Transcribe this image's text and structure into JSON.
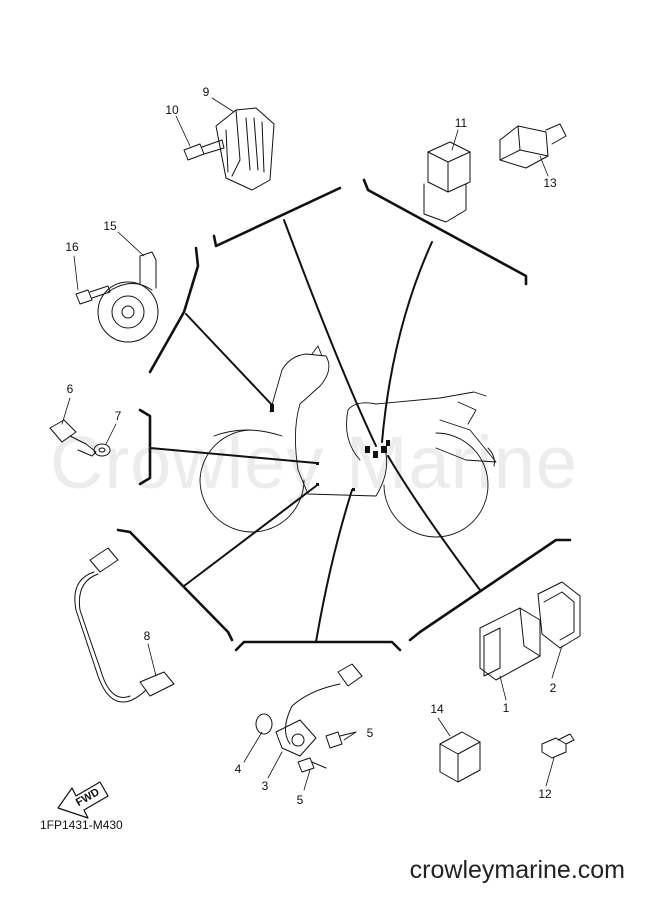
{
  "watermark": "Crowley Marine",
  "part_code": "1FP1431-M430",
  "site": "crowleymarine.com",
  "fwd_label": "FWD",
  "callouts": {
    "c1": "1",
    "c2": "2",
    "c3": "3",
    "c4": "4",
    "c5a": "5",
    "c5b": "5",
    "c6": "6",
    "c7": "7",
    "c8": "8",
    "c9": "9",
    "c10": "10",
    "c11": "11",
    "c12": "12",
    "c13": "13",
    "c14": "14",
    "c15": "15",
    "c16": "16"
  },
  "colors": {
    "line": "#111111",
    "watermark": "#ececec",
    "background": "#ffffff"
  }
}
